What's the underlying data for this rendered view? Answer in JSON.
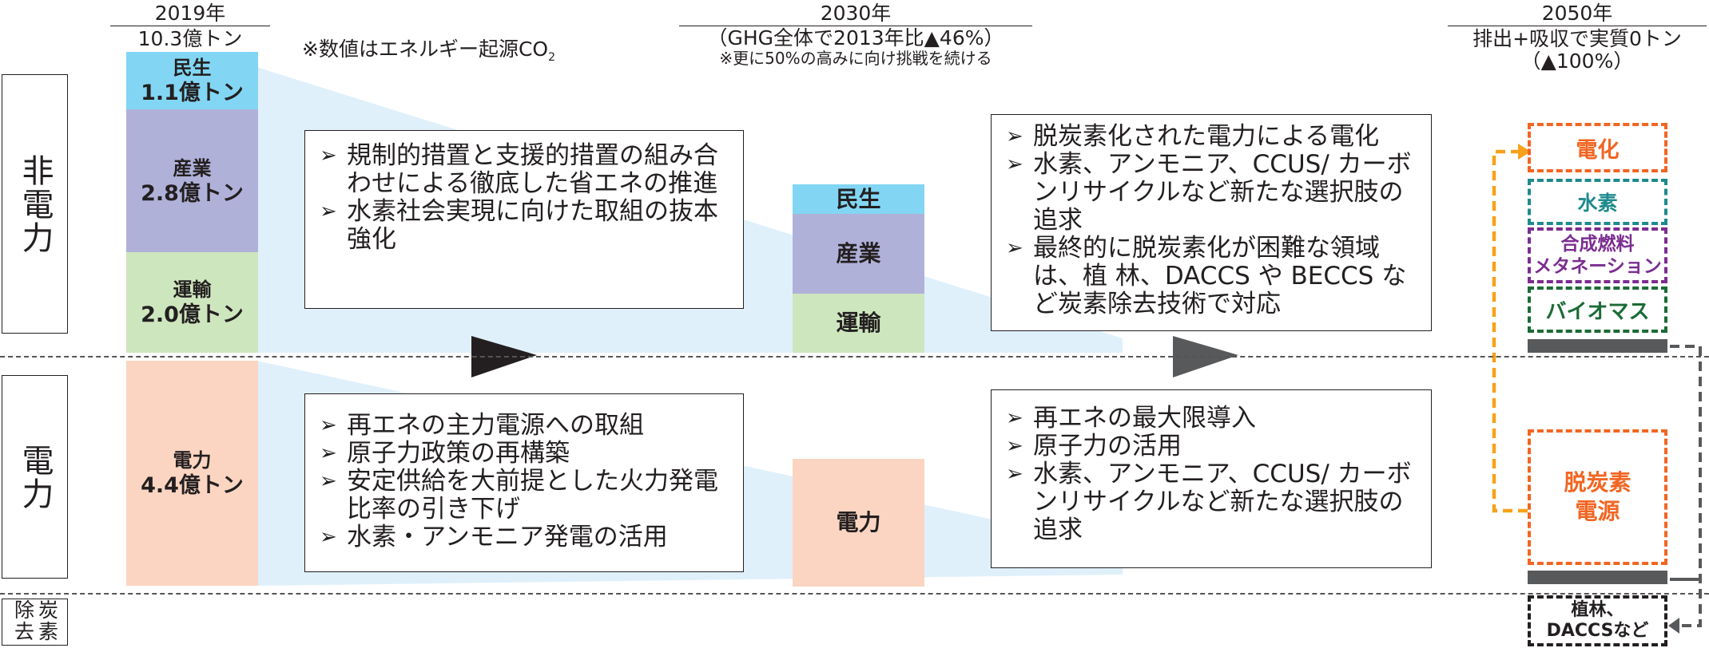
{
  "colors": {
    "minsei": "#82d6f3",
    "sangyo": "#b0b1d9",
    "unyu": "#cee6be",
    "denryoku": "#fbd5c1",
    "wedge": "#dff0fb",
    "orange": "#f7a11a",
    "denka": "#f26522",
    "suiso": "#1e8a8c",
    "gosei": "#7b2d90",
    "biomass": "#1b6b36",
    "dark": "#231f20"
  },
  "headers": {
    "y2019": {
      "year": "2019年",
      "total": "10.3億トン"
    },
    "note": "※数値はエネルギー起源CO",
    "note_sub": "2",
    "y2030": {
      "year": "2030年",
      "line1": "（GHG全体で2013年比▲46%）",
      "line2": "※更に50%の高みに向け挑戦を続ける"
    },
    "y2050": {
      "year": "2050年",
      "line1": "排出+吸収で実質0トン",
      "line2": "（▲100%）"
    }
  },
  "side_labels": {
    "non_power": "非電力",
    "power": "電力",
    "removal": "炭素除去"
  },
  "bars_2019": {
    "minsei": {
      "name": "民生",
      "value": "1.1億トン"
    },
    "sangyo": {
      "name": "産業",
      "value": "2.8億トン"
    },
    "unyu": {
      "name": "運輸",
      "value": "2.0億トン"
    },
    "denryoku": {
      "name": "電力",
      "value": "4.4億トン"
    }
  },
  "bars_2030": {
    "minsei": "民生",
    "sangyo": "産業",
    "unyu": "運輸",
    "denryoku": "電力"
  },
  "boxes": {
    "box1": [
      "規制的措置と支援的措置の組み合わせによる徹底した省エネの推進",
      "水素社会実現に向けた取組の抜本強化"
    ],
    "box2": [
      "脱炭素化された電力による電化",
      "水素、アンモニア、CCUS/ カーボンリサイクルなど新たな選択肢の追求",
      "最終的に脱炭素化が困難な領域は、植 林、DACCS や BECCS など炭素除去技術で対応"
    ],
    "box3": [
      "再エネの主力電源への取組",
      "原子力政策の再構築",
      "安定供給を大前提とした火力発電比率の引き下げ",
      "水素・アンモニア発電の活用"
    ],
    "box4": [
      "再エネの最大限導入",
      "原子力の活用",
      "水素、アンモニア、CCUS/ カーボンリサイクルなど新たな選択肢の追求"
    ]
  },
  "end_2050": {
    "denka": "電化",
    "suiso": "水素",
    "gosei_line1": "合成燃料",
    "gosei_line2": "メタネーション",
    "biomass": "バイオマス",
    "datsutanso_line1": "脱炭素",
    "datsutanso_line2": "電源",
    "shokurin_line1": "植林、",
    "shokurin_line2": "DACCSなど"
  }
}
